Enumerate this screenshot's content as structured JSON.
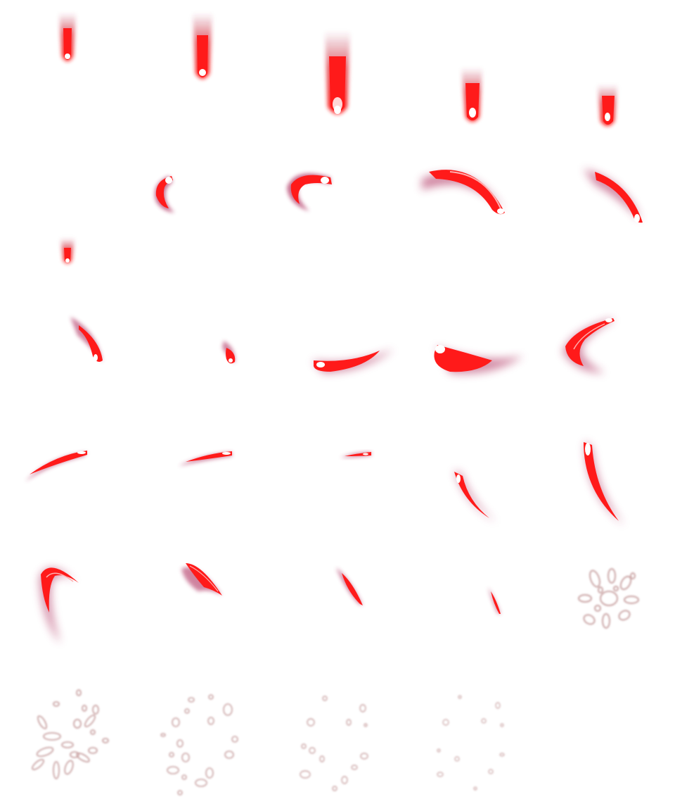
{
  "sprite_sheet": {
    "asset": "red-slash-effect-frames",
    "columns": 5,
    "rows": 7,
    "frame_count": 32,
    "colors": {
      "core": "#ff1a1a",
      "edge": "#cc0000",
      "highlight": "#ffffff",
      "trail": "#b03050",
      "spark": "#c9a3a3"
    },
    "sequences": [
      {
        "name": "falling-streak",
        "frames": 6
      },
      {
        "name": "curved-slash",
        "frames": 21
      },
      {
        "name": "burst-particles",
        "frames": 5
      }
    ]
  }
}
